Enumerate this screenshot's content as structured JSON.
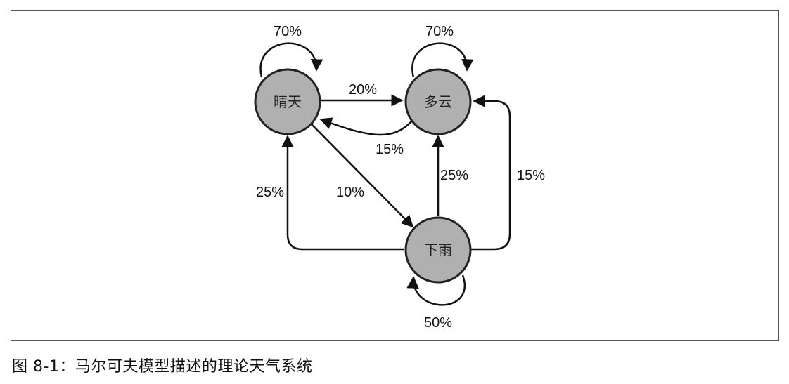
{
  "states": {
    "sunny": {
      "label": "晴天"
    },
    "cloudy": {
      "label": "多云"
    },
    "rainy": {
      "label": "下雨"
    }
  },
  "transitions": {
    "sunny_sunny": "70%",
    "cloudy_cloudy": "70%",
    "sunny_cloudy": "20%",
    "cloudy_sunny": "15%",
    "sunny_rainy": "10%",
    "rainy_sunny": "25%",
    "rainy_cloudy_direct": "25%",
    "rainy_cloudy_loop": "15%",
    "rainy_rainy": "50%"
  },
  "colors": {
    "node_fill": "#b0b0b0",
    "node_stroke": "#222222",
    "edge": "#111111"
  },
  "caption": "图 8-1：马尔可夫模型描述的理论天气系统"
}
